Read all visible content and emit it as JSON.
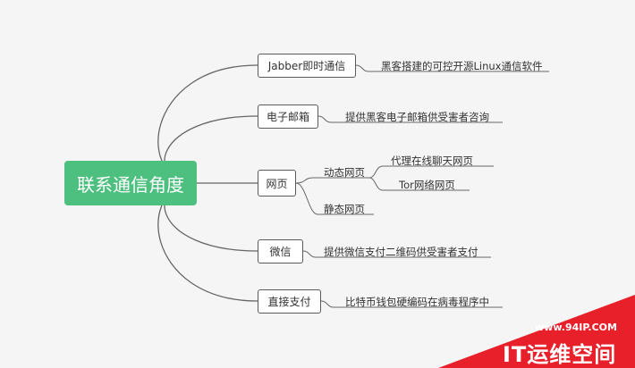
{
  "root": {
    "label": "联系通信角度"
  },
  "branches": [
    {
      "label": "Jabber即时通信",
      "detail": "黑客搭建的可控开源Linux通信软件"
    },
    {
      "label": "电子邮箱",
      "detail": "提供黑客电子邮箱供受害者咨询"
    },
    {
      "label": "网页",
      "children": [
        {
          "label": "动态网页",
          "children": [
            "代理在线聊天网页",
            "Tor网络网页"
          ]
        },
        {
          "label": "静态网页"
        }
      ]
    },
    {
      "label": "微信",
      "detail": "提供微信支付二维码供受害者支付"
    },
    {
      "label": "直接支付",
      "detail": "比特币钱包硬编码在病毒程序中"
    }
  ],
  "watermark": {
    "url": "www.94IP.COM",
    "text": "IT运维空间"
  },
  "colors": {
    "root": "#4dbf7f",
    "line": "#666666",
    "watermark": "#e8202a"
  }
}
